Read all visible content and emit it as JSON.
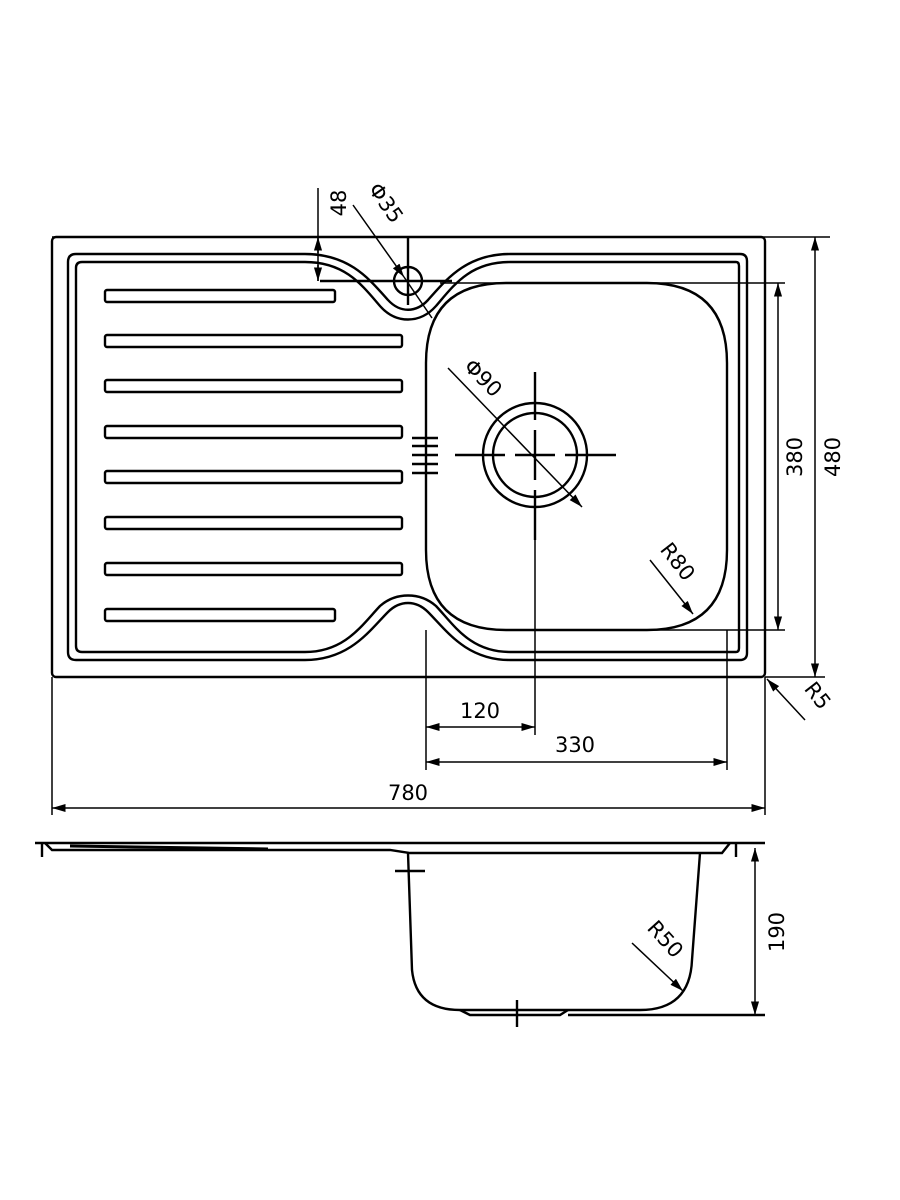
{
  "drawing": {
    "colors": {
      "line": "#000000",
      "background": "#ffffff"
    },
    "dimensions": {
      "tap_offset": "48",
      "tap_hole": "Φ35",
      "drain": "Φ90",
      "bowl_depth_inner": "380",
      "overall_depth": "480",
      "bowl_corner_radius": "R80",
      "outer_corner_radius": "R5",
      "drain_offset": "120",
      "bowl_width": "330",
      "overall_width": "780",
      "bowl_height": "190",
      "bottom_radius": "R50"
    }
  }
}
